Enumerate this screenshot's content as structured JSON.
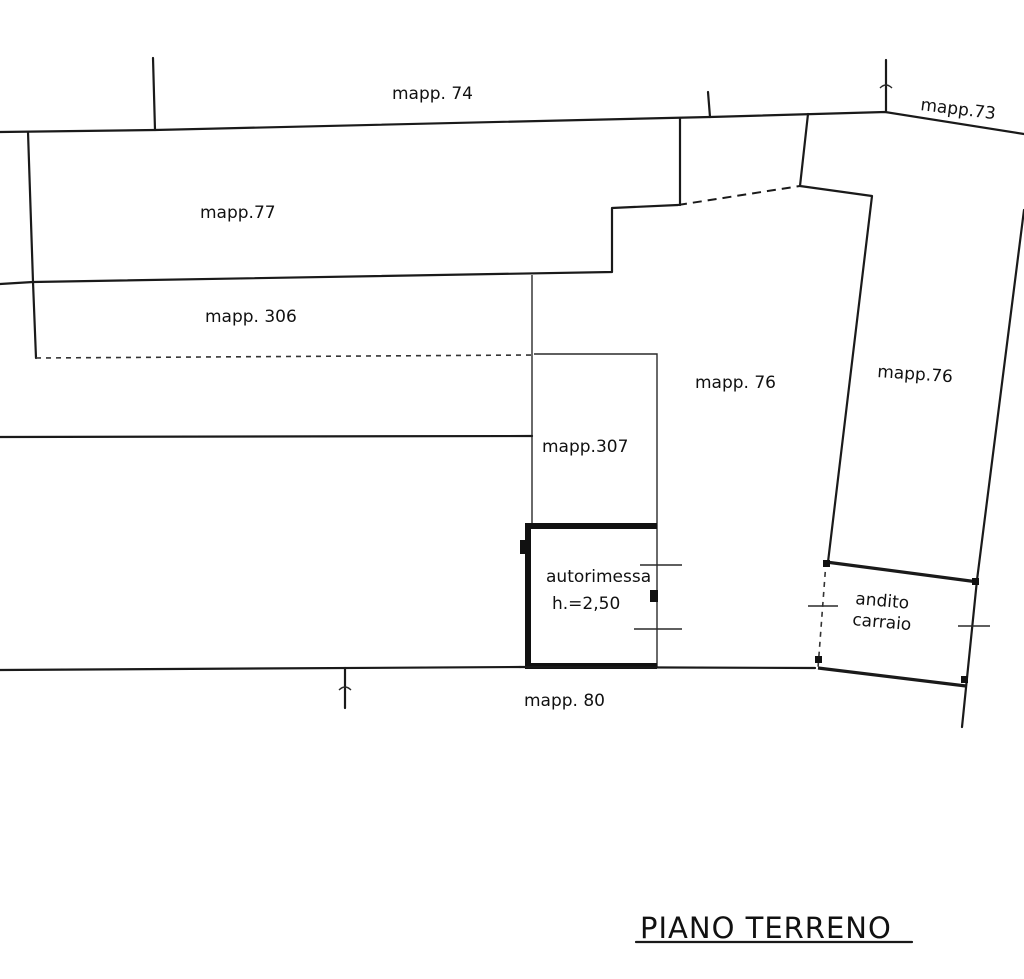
{
  "labels": {
    "mapp_74": "mapp. 74",
    "mapp_73": "mapp.73",
    "mapp_77": "mapp.77",
    "mapp_306": "mapp. 306",
    "mapp_76_center": "mapp. 76",
    "mapp_76_right": "mapp.76",
    "mapp_307": "mapp.307",
    "autorimessa": "autorimessa",
    "height": "h.=2,50",
    "andito": "andito",
    "carraio": "carraio",
    "mapp_80": "mapp. 80"
  },
  "title": "PIANO TERRENO"
}
